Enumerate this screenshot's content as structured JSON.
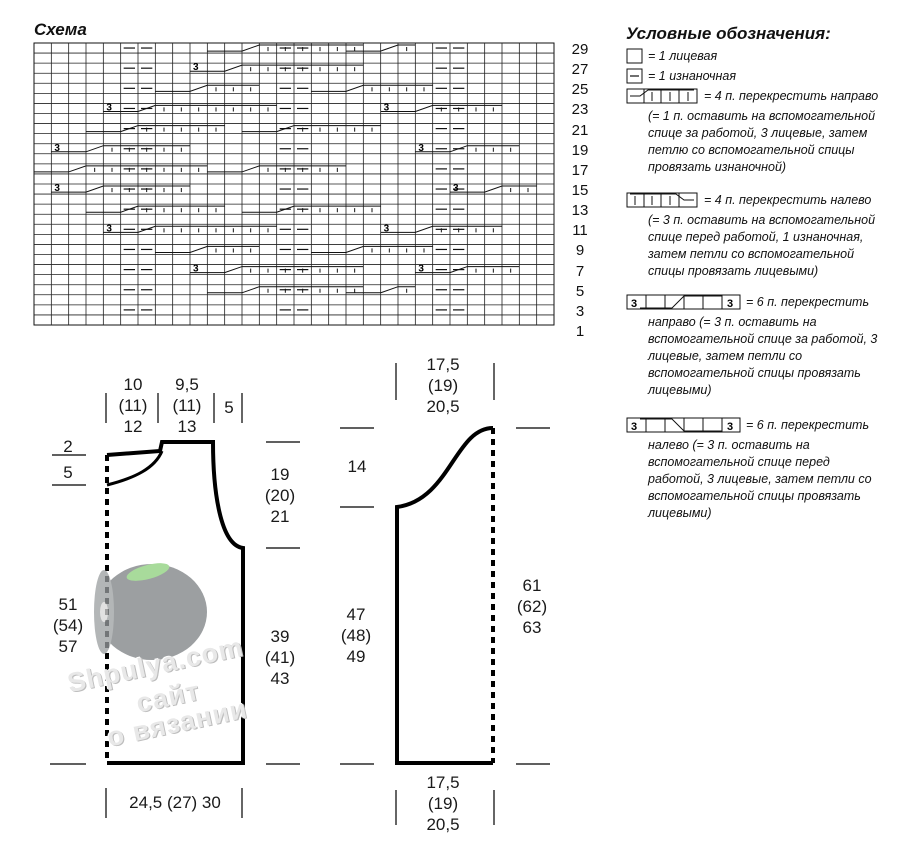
{
  "chart": {
    "title": "Схема",
    "row_labels": [
      "29",
      "27",
      "25",
      "23",
      "21",
      "19",
      "17",
      "15",
      "13",
      "11",
      "9",
      "7",
      "5",
      "3",
      "1"
    ],
    "cable_count_label": "3"
  },
  "legend": {
    "title": "Условные обозначения:",
    "items": [
      {
        "symbol": "knit",
        "text": "= 1 лицевая"
      },
      {
        "symbol": "purl",
        "text": "= 1 изнаночная"
      },
      {
        "symbol": "cross-right-4",
        "text": "= 4 п. перекрестить направо",
        "detail": "(= 1 п. оставить на вспомогательной спице за работой, 3 лицевые, затем петлю со вспомогательной спицы провязать изнаночной)"
      },
      {
        "symbol": "cross-left-4",
        "text": "= 4 п. перекрестить налево",
        "detail": "(= 3 п. оставить на вспомогательной спице перед работой, 1 изнаночная, затем петли со вспомогательной спицы провязать лицевыми)"
      },
      {
        "symbol": "cross-right-6",
        "text": "= 6 п. перекрестить",
        "detail": "направо (= 3 п. оставить на вспомогательной спице за работой, 3 лицевые, затем петли со вспомогательной спицы провязать лицевыми)"
      },
      {
        "symbol": "cross-left-6",
        "text": "= 6 п. перекрестить",
        "detail": "налево (= 3 п. оставить на вспомогательной спице перед работой, 3 лицевые, затем петли со вспомогательной спицы провязать лицевыми)"
      }
    ]
  },
  "pattern_back": {
    "shoulder_widths": {
      "line1": "10",
      "line2": "(11)",
      "line3": "12"
    },
    "neck_width": {
      "line1": "9,5",
      "line2": "(11)",
      "line3": "13"
    },
    "side": {
      "line1": "5"
    },
    "neck_drop_1": "2",
    "neck_drop_2": "5",
    "armhole": {
      "line1": "19",
      "line2": "(20)",
      "line3": "21"
    },
    "total_length": {
      "line1": "51",
      "line2": "(54)",
      "line3": "57"
    },
    "side_seam": {
      "line1": "39",
      "line2": "(41)",
      "line3": "43"
    },
    "bottom_width": "24,5 (27) 30"
  },
  "pattern_sleeve": {
    "top_width": {
      "line1": "17,5",
      "line2": "(19)",
      "line3": "20,5"
    },
    "cap_height": "14",
    "seam_length": {
      "line1": "47",
      "line2": "(48)",
      "line3": "49"
    },
    "total_length": {
      "line1": "61",
      "line2": "(62)",
      "line3": "63"
    },
    "bottom_width": {
      "line1": "17,5",
      "line2": "(19)",
      "line3": "20,5"
    }
  },
  "watermark": {
    "line1": "Shpulya.com",
    "line2": "сайт",
    "line3": "о вязании"
  }
}
